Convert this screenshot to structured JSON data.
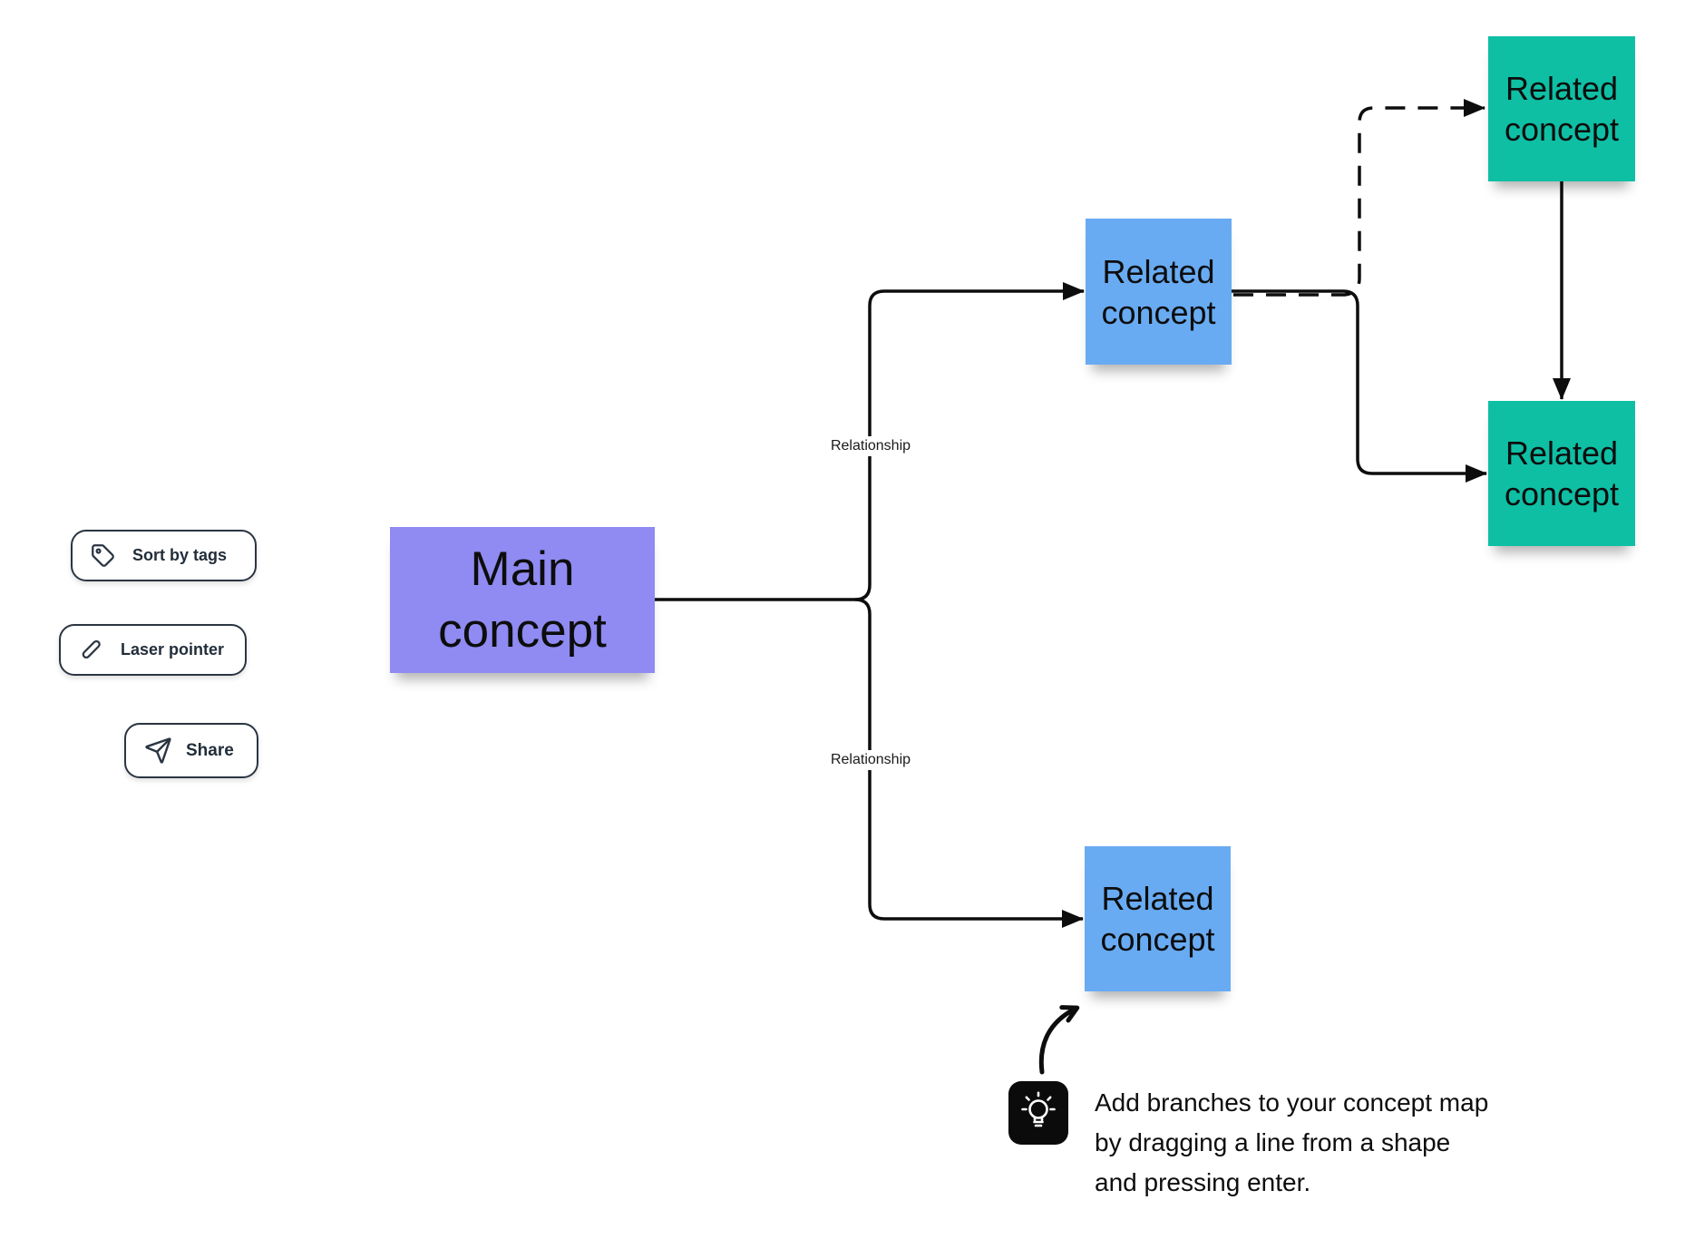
{
  "canvas": {
    "background": "#ffffff"
  },
  "toolbar": {
    "buttons": [
      {
        "id": "sort-by-tags",
        "label": "Sort by tags",
        "icon": "tag-icon"
      },
      {
        "id": "laser-pointer",
        "label": "Laser pointer",
        "icon": "laser-pointer-icon"
      },
      {
        "id": "share",
        "label": "Share",
        "icon": "paper-plane-icon"
      }
    ]
  },
  "diagram": {
    "nodes": [
      {
        "id": "main",
        "label": "Main concept",
        "color": "#8F8BF2"
      },
      {
        "id": "related-top",
        "label": "Related concept",
        "color": "#68ABF2"
      },
      {
        "id": "related-upper-right",
        "label": "Related concept",
        "color": "#0EBFA4"
      },
      {
        "id": "related-lower-right",
        "label": "Related concept",
        "color": "#0EBFA4"
      },
      {
        "id": "related-bottom",
        "label": "Related concept",
        "color": "#68ABF2"
      }
    ],
    "edges": [
      {
        "label": "Relationship"
      },
      {
        "label": "Relationship"
      }
    ],
    "connector_color": "#0d0d0d",
    "dashed_edge": "related-top to related-upper-right",
    "solid_edges": [
      "main to related-top",
      "main to related-bottom",
      "related-top to related-lower-right",
      "related-upper-right to related-lower-right"
    ]
  },
  "tip": {
    "icon": "lightbulb-icon",
    "text": "Add branches to your concept map by dragging a line from a shape and pressing enter."
  },
  "colors": {
    "node_purple": "#8F8BF2",
    "node_blue": "#68ABF2",
    "node_teal": "#0EBFA4",
    "connector": "#0d0d0d",
    "button_border": "#2B3542",
    "button_text": "#222E3A"
  }
}
